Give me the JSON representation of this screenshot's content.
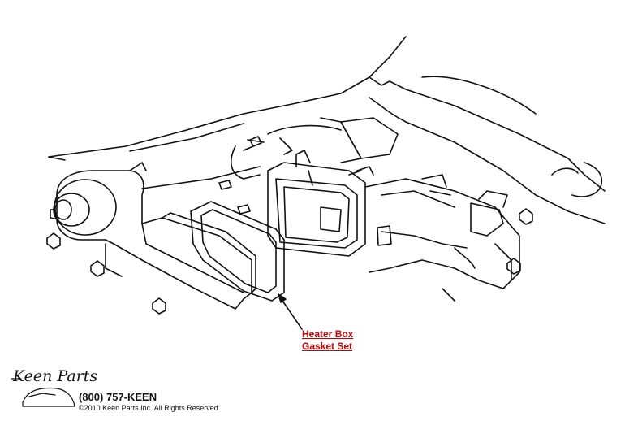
{
  "part_label": {
    "line1": "Heater Box",
    "line2": "Gasket Set"
  },
  "branding": {
    "logo": "Keen Parts",
    "phone": "(800) 757-KEEN",
    "copyright": "©2010 Keen Parts Inc. All Rights Reserved"
  },
  "colors": {
    "link": "#cc0000",
    "line": "#111111"
  },
  "icons": [
    "car-logo-icon",
    "arrow-icon"
  ]
}
